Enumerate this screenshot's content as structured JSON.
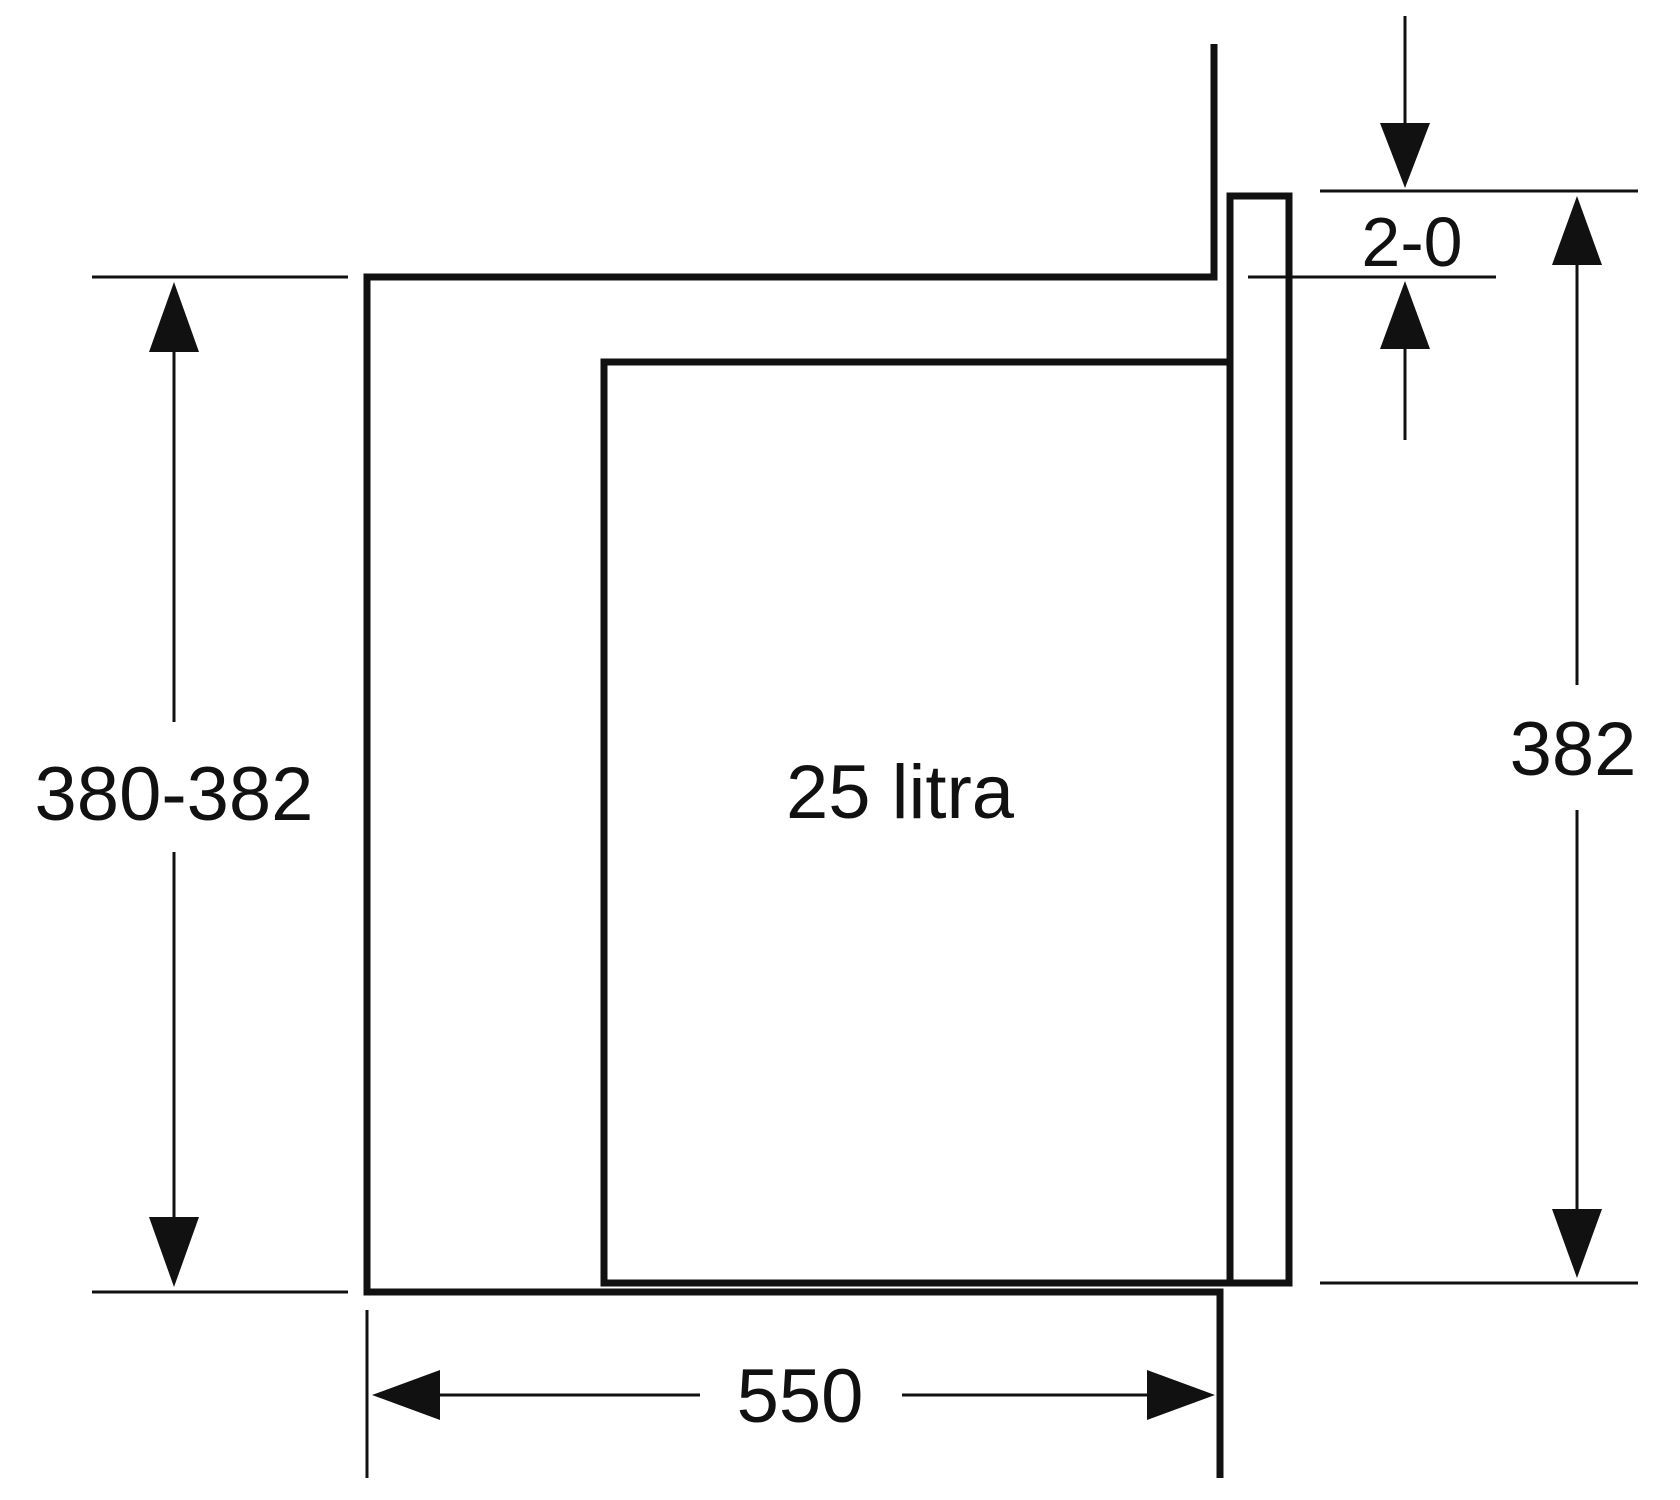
{
  "labels": {
    "cabinet_height": "380-382",
    "unit_height": "382",
    "gap": "2-0",
    "depth": "550",
    "volume": "25 litra"
  },
  "colors": {
    "line": "#111111",
    "background": "#ffffff"
  }
}
